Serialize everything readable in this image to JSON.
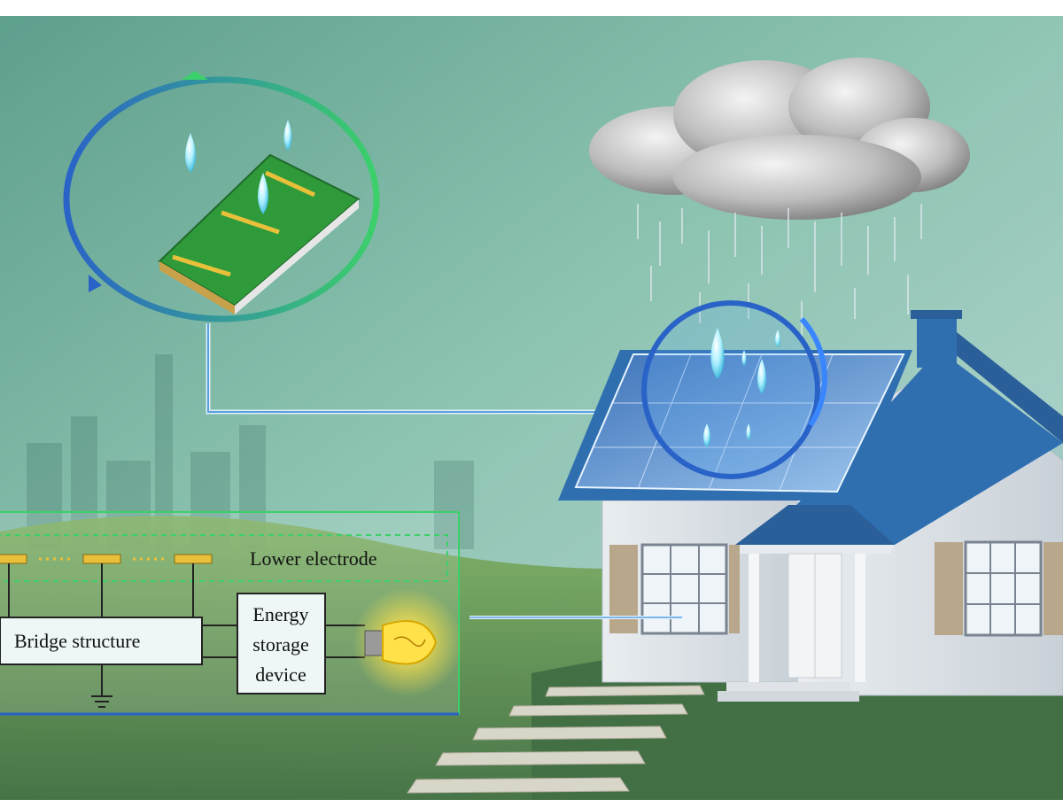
{
  "circuit": {
    "lower_electrode_label": "Lower electrode",
    "bridge_label": "Bridge structure",
    "storage_label_lines": [
      "Energy",
      "storage",
      "device"
    ]
  },
  "icons": [
    "rain-cloud-icon",
    "water-drop-icon",
    "lightbulb-icon",
    "ground-icon",
    "house-icon",
    "solar-panel-icon",
    "generator-chip-icon"
  ],
  "colors": {
    "sky_top": "#6aa89a",
    "sky_mid": "#8fc4b4",
    "grass": "#5a8a4a",
    "roof_blue": "#2f6fb0",
    "chip_green": "#2f9a3a",
    "electrode_gold": "#e8c03a",
    "arrow_blue": "#2a63c8",
    "arrow_green": "#3cd06a",
    "bulb_yellow": "#ffe14a"
  }
}
